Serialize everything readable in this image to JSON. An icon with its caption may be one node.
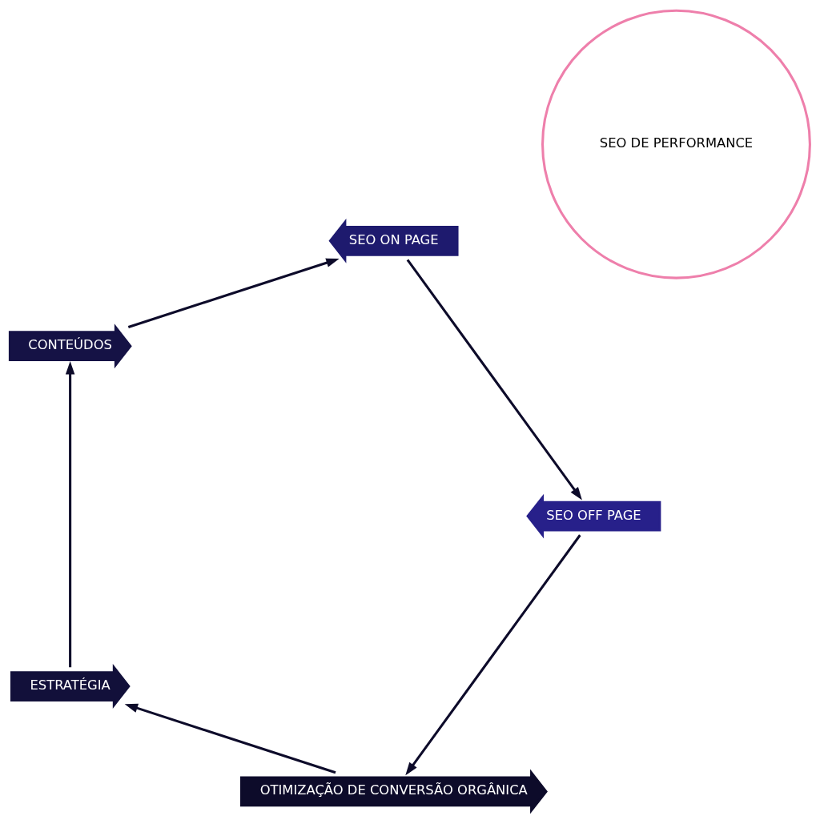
{
  "diagram": {
    "nodes": [
      {
        "text": [
          "OTIMIZAÇÃO DE CONVERSÃO ORGÂNICA"
        ]
      },
      {
        "text": [
          "ESTRATÉGIA"
        ]
      },
      {
        "text": [
          "CONTEÚDOS"
        ]
      },
      {
        "text": [
          "SEO ON PAGE"
        ]
      },
      {
        "text": [
          "SEO OFF PAGE"
        ]
      },
      {
        "text": [
          "SEO DE PERFORMANCE"
        ]
      }
    ],
    "edges": [
      {
        "from": 0,
        "to": 1,
        "arrow": "to"
      },
      {
        "from": 1,
        "to": 2,
        "arrow": "to"
      },
      {
        "from": 2,
        "to": 3,
        "arrow": "to"
      },
      {
        "from": 3,
        "to": 4,
        "arrow": "to"
      },
      {
        "from": 4,
        "to": 0,
        "arrow": "to"
      }
    ]
  }
}
